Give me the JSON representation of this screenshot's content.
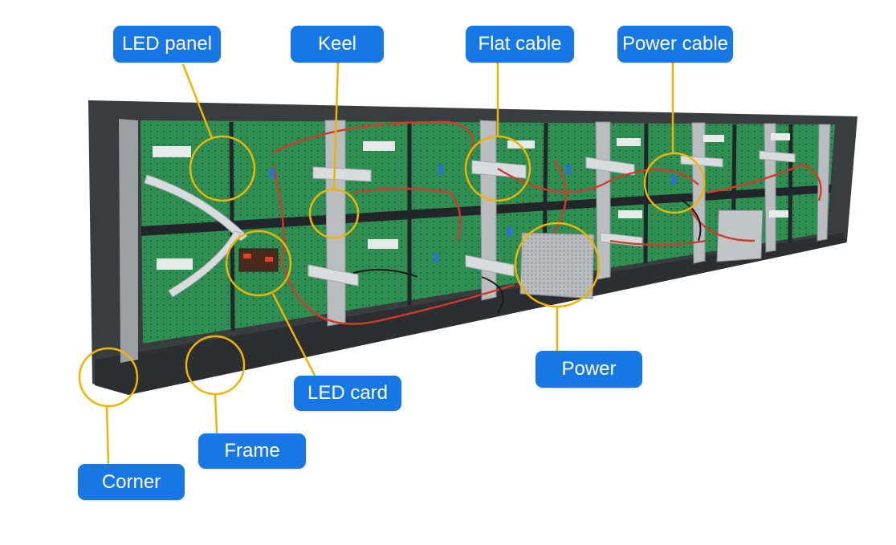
{
  "labels": {
    "led_panel": "LED panel",
    "keel": "Keel",
    "flat_cable": "Flat cable",
    "power_cable": "Power cable",
    "power": "Power",
    "led_card": "LED card",
    "frame": "Frame",
    "corner": "Corner"
  },
  "colors": {
    "label_bg": "#1677e5",
    "label_text": "#ffffff",
    "callout": "#f0b400",
    "frame": "#3a3d40",
    "pcb": "#2e8a4e"
  }
}
